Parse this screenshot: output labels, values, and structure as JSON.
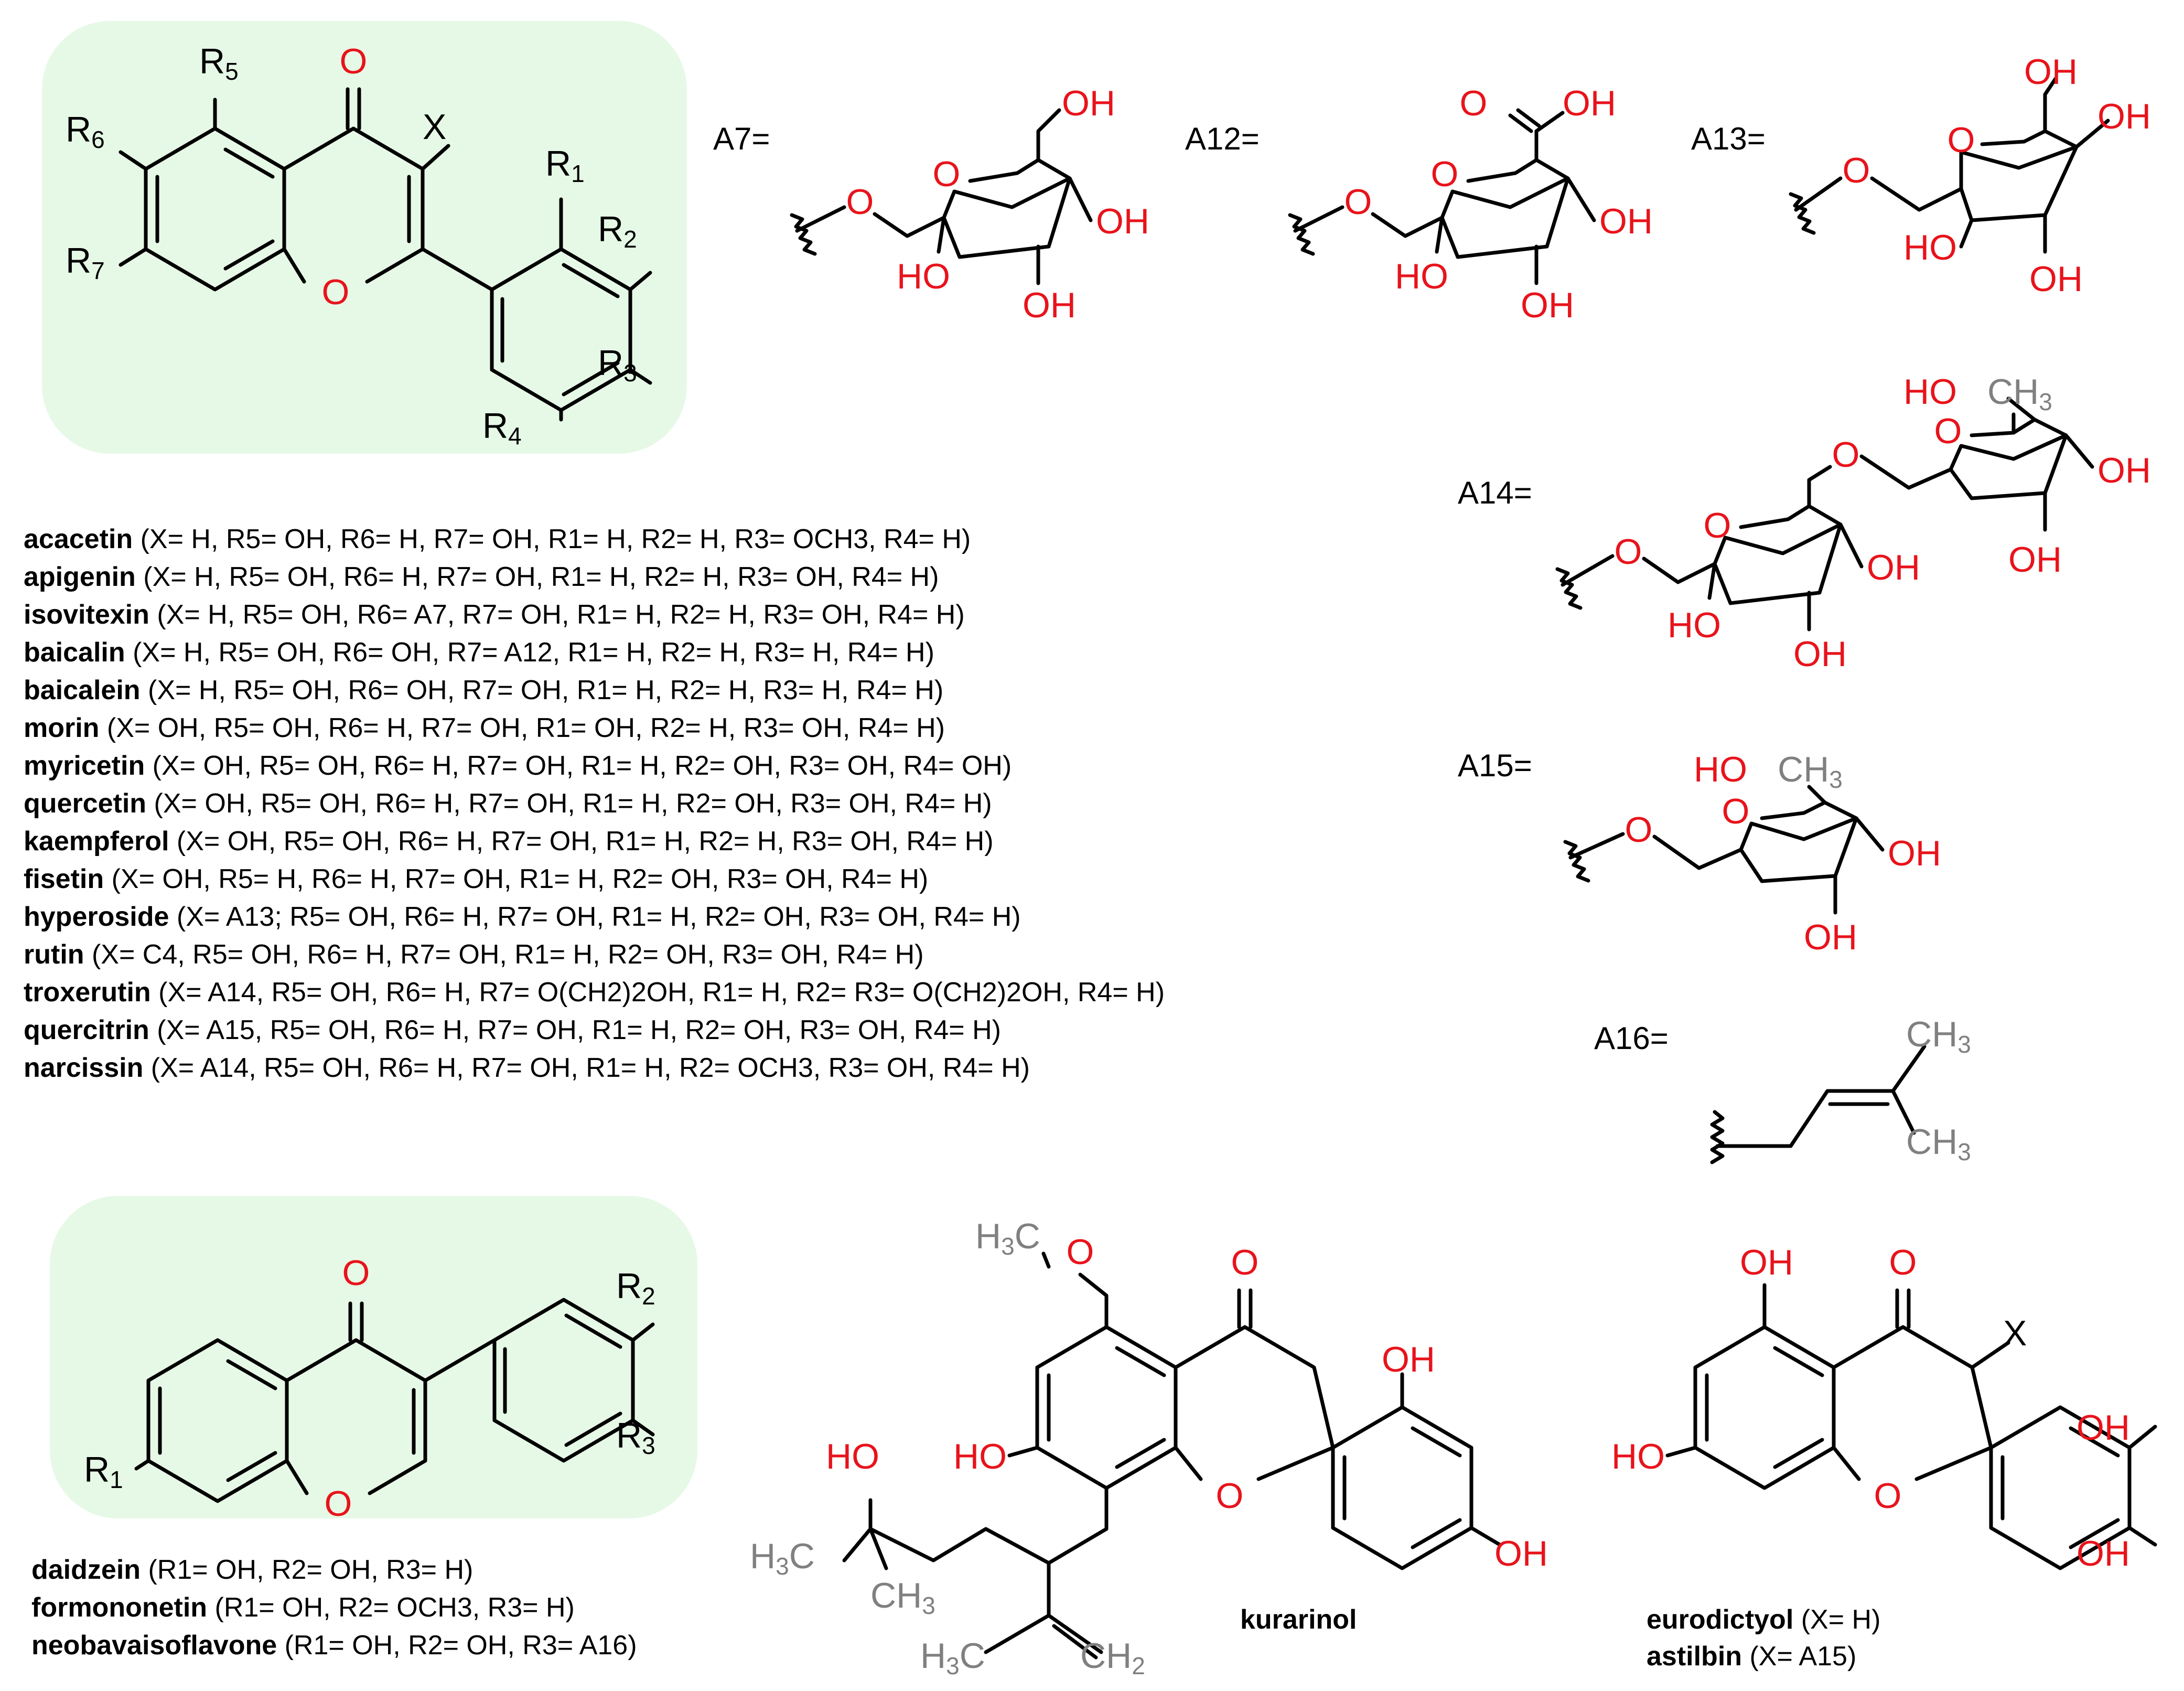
{
  "scaffold_flavone": {
    "atoms": {
      "o_keto": "O",
      "o_ring": "O",
      "x": "X",
      "r1": "R1",
      "r2": "R2",
      "r3": "R3",
      "r4": "R4",
      "r5": "R5",
      "r6": "R6",
      "r7": "R7"
    }
  },
  "sugars": {
    "a7": {
      "label": "A7=",
      "o_link": "O",
      "o_ring": "O",
      "oh_ch2": "OH",
      "oh1": "OH",
      "oh2": "OH",
      "oh3": "HO"
    },
    "a12": {
      "label": "A12=",
      "o_link": "O",
      "o_ring": "O",
      "o_acid": "O",
      "oh_acid": "OH",
      "oh1": "OH",
      "oh2": "OH",
      "oh3": "HO"
    },
    "a13": {
      "label": "A13=",
      "o_link": "O",
      "o_ring": "O",
      "oh_ch2": "OH",
      "oh1": "OH",
      "oh2": "OH",
      "oh3": "HO"
    },
    "a14": {
      "label": "A14=",
      "o_link": "O",
      "o_ring": "O",
      "o_bridge": "O",
      "ring2_o": "O",
      "ring2_ho": "HO",
      "ring2_ch3": "CH3",
      "ring2_oh1": "OH",
      "ring2_oh2": "OH",
      "oh1": "OH",
      "oh2": "OH",
      "oh3": "HO"
    },
    "a15": {
      "label": "A15=",
      "o_link": "O",
      "o_ring": "O",
      "ho": "HO",
      "ch3": "CH3",
      "oh1": "OH",
      "oh2": "OH"
    },
    "a16": {
      "label": "A16=",
      "ch3_top": "CH3",
      "ch3_bot": "CH3"
    }
  },
  "flavone_compounds": [
    {
      "name": "acacetin",
      "desc": "(X= H, R5= OH, R6= H, R7= OH, R1= H, R2= H, R3= OCH3, R4= H)"
    },
    {
      "name": "apigenin",
      "desc": "(X= H, R5= OH, R6= H, R7= OH, R1= H, R2= H, R3= OH, R4= H)"
    },
    {
      "name": "isovitexin",
      "desc": "(X= H, R5= OH, R6= A7, R7= OH, R1= H, R2= H, R3= OH, R4= H)"
    },
    {
      "name": "baicalin",
      "desc": "(X= H, R5= OH, R6= OH, R7= A12, R1= H, R2= H, R3= H, R4= H)"
    },
    {
      "name": "baicalein",
      "desc": "(X= H, R5= OH, R6= OH, R7= OH, R1= H, R2= H, R3= H, R4= H)"
    },
    {
      "name": "morin",
      "desc": "(X= OH, R5= OH, R6= H, R7= OH, R1= OH, R2= H, R3= OH, R4= H)"
    },
    {
      "name": "myricetin",
      "desc": "(X= OH, R5= OH, R6= H, R7= OH, R1= H, R2= OH, R3= OH, R4= OH)"
    },
    {
      "name": "quercetin",
      "desc": "(X= OH, R5= OH, R6= H, R7= OH, R1= H, R2= OH, R3= OH, R4= H)"
    },
    {
      "name": "kaempferol",
      "desc": "(X= OH, R5= OH, R6= H, R7= OH, R1= H, R2= H, R3= OH, R4= H)"
    },
    {
      "name": "fisetin",
      "desc": "(X= OH, R5= H, R6= H, R7= OH, R1= H, R2= OH, R3= OH, R4= H)"
    },
    {
      "name": "hyperoside",
      "desc": "(X= A13; R5= OH, R6= H, R7= OH, R1= H, R2= OH, R3= OH, R4= H)"
    },
    {
      "name": "rutin",
      "desc": "(X= C4, R5= OH, R6= H, R7= OH, R1= H, R2= OH, R3= OH, R4= H)"
    },
    {
      "name": "troxerutin",
      "desc": "(X= A14, R5= OH, R6= H, R7= O(CH2)2OH, R1= H, R2= R3= O(CH2)2OH, R4= H)"
    },
    {
      "name": "quercitrin",
      "desc": "(X= A15, R5= OH, R6= H, R7= OH, R1= H, R2= OH, R3= OH, R4= H)"
    },
    {
      "name": "narcissin",
      "desc": "(X= A14, R5= OH, R6= H, R7= OH, R1= H, R2= OCH3, R3= OH, R4= H)"
    }
  ],
  "scaffold_isoflavone": {
    "atoms": {
      "o_keto": "O",
      "o_ring": "O",
      "r1": "R1",
      "r2": "R2",
      "r3": "R3"
    }
  },
  "isoflavone_compounds": [
    {
      "name": "daidzein",
      "desc": "(R1= OH, R2= OH, R3= H)"
    },
    {
      "name": "formononetin",
      "desc": "(R1= OH, R2= OCH3, R3= H)"
    },
    {
      "name": "neobavaisoflavone",
      "desc": "(R1= OH, R2= OH, R3= A16)"
    }
  ],
  "kurarinol": {
    "name": "kurarinol",
    "atoms": {
      "h3c_o": "H3C",
      "o_meth": "O",
      "o_keto": "O",
      "o_ring": "O",
      "ho_7": "HO",
      "oh_2p": "OH",
      "oh_4p": "OH",
      "ho_side": "HO",
      "h3c_side": "H3C",
      "ch3_side": "CH3",
      "h3c_iso": "H3C",
      "ch2_iso": "CH2"
    }
  },
  "eurodictyol": {
    "names": [
      {
        "name": "eurodictyol",
        "desc": "(X= H)"
      },
      {
        "name": "astilbin",
        "desc": "(X= A15)"
      }
    ],
    "atoms": {
      "oh_5": "OH",
      "o_keto": "O",
      "x": "X",
      "ho_7": "HO",
      "o_ring": "O",
      "oh_3p": "OH",
      "oh_4p": "OH"
    }
  }
}
